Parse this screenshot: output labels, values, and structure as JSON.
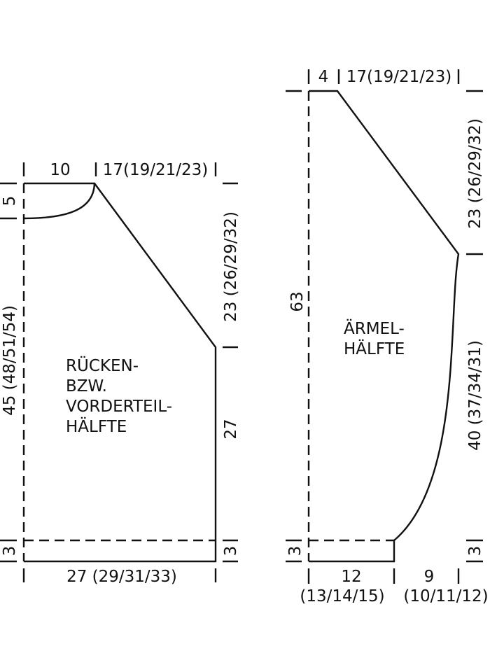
{
  "back_piece": {
    "label_lines": [
      "RÜCKEN-",
      "BZW.",
      "VORDERTEIL-",
      "HÄLFTE"
    ],
    "dims": {
      "neck_width": "10",
      "shoulder_width": "17(19/21/23)",
      "neck_depth": "5",
      "body_length": "45 (48/51/54)",
      "raglan_depth": "23 (26/29/32)",
      "side_length": "27",
      "hem_left": "3",
      "hem_right": "3",
      "bottom_width": "27 (29/31/33)"
    }
  },
  "sleeve_piece": {
    "label_lines": [
      "ÄRMEL-",
      "HÄLFTE"
    ],
    "dims": {
      "top_width": "4",
      "raglan_width": "17(19/21/23)",
      "raglan_depth": "23 (26/29/32)",
      "total_length": "63",
      "sleeve_length": "40 (37/34/31)",
      "hem_left": "3",
      "hem_right": "3",
      "cuff_width_line1": "12",
      "cuff_width_line2": "(13/14/15)",
      "increase_width_line1": "9",
      "increase_width_line2": "(10/11/12)"
    }
  }
}
